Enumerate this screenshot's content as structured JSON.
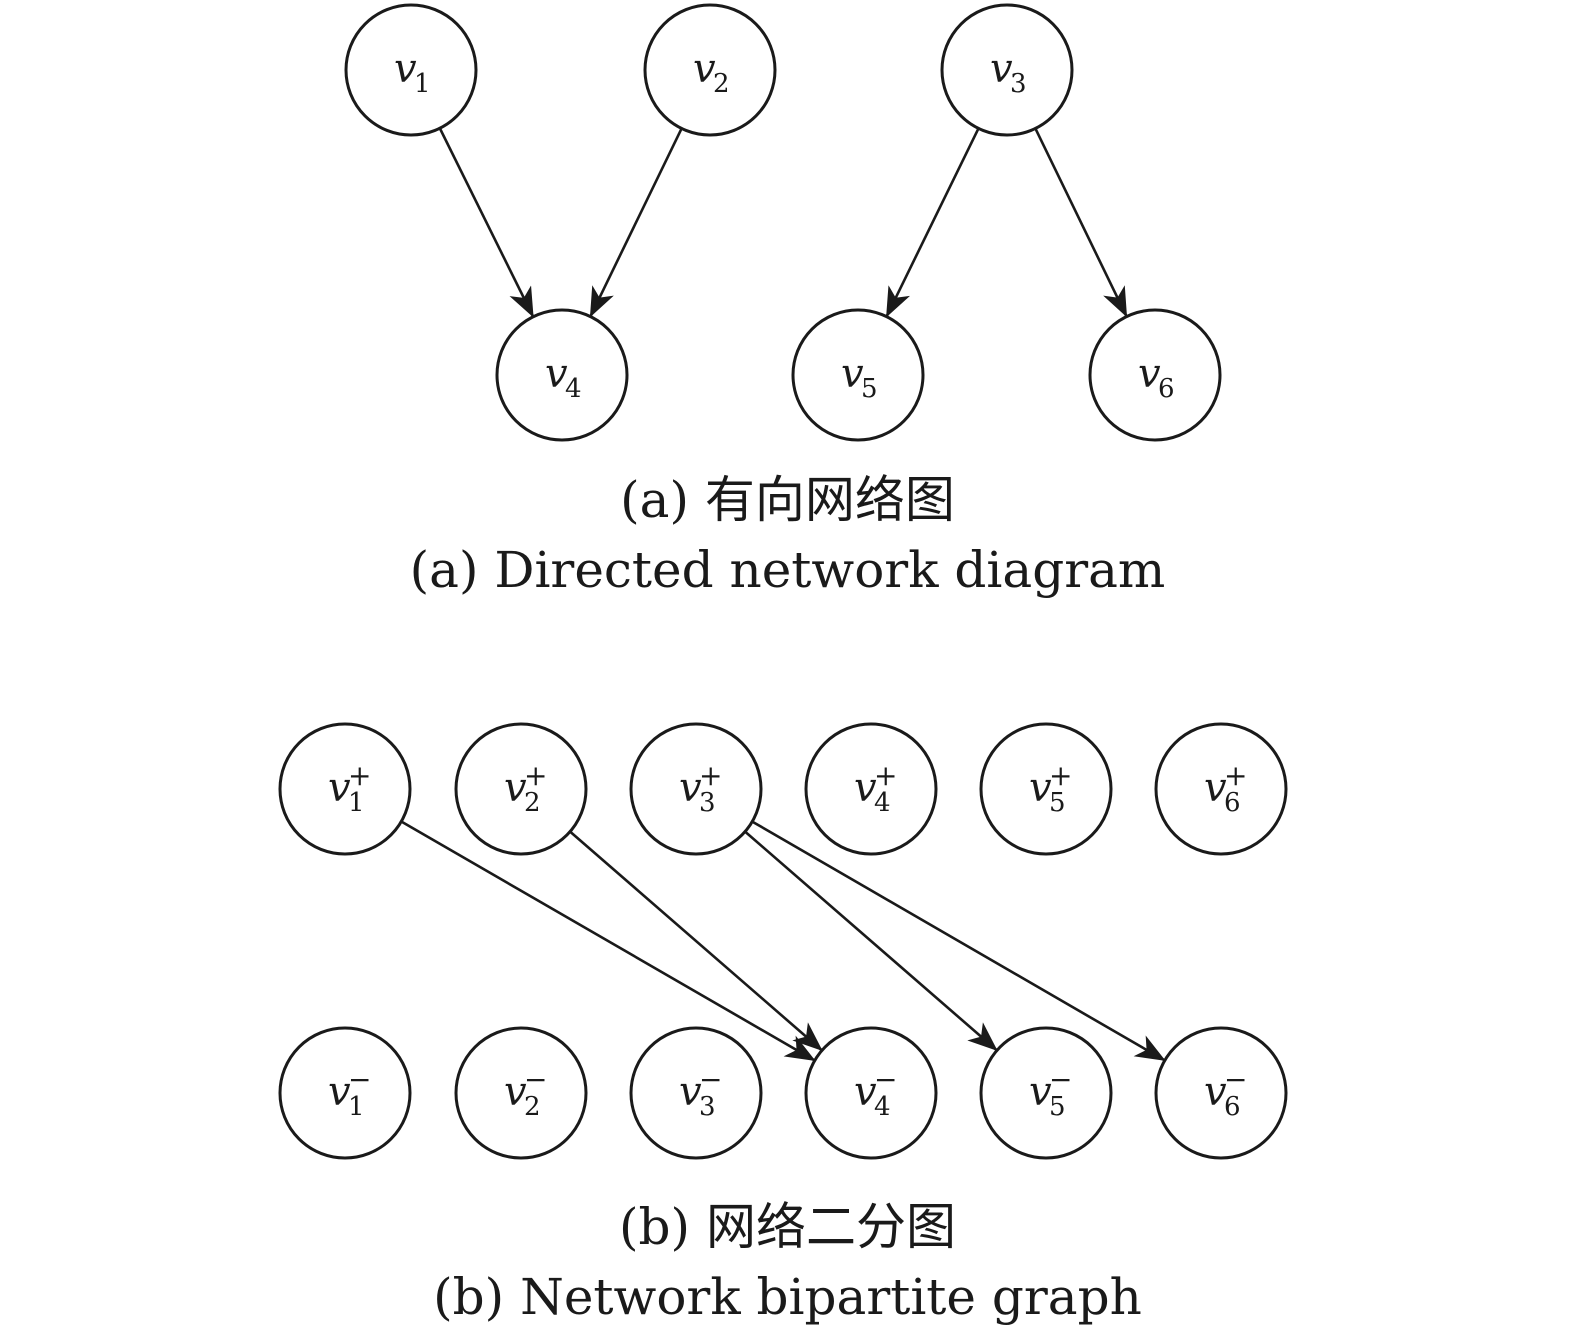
{
  "panel_a": {
    "nodes": [
      {
        "id": "v1",
        "name": "v",
        "sub": "1",
        "sup": ""
      },
      {
        "id": "v2",
        "name": "v",
        "sub": "2",
        "sup": ""
      },
      {
        "id": "v3",
        "name": "v",
        "sub": "3",
        "sup": ""
      },
      {
        "id": "v4",
        "name": "v",
        "sub": "4",
        "sup": ""
      },
      {
        "id": "v5",
        "name": "v",
        "sub": "5",
        "sup": ""
      },
      {
        "id": "v6",
        "name": "v",
        "sub": "6",
        "sup": ""
      }
    ],
    "edges": [
      {
        "from": "v1",
        "to": "v4"
      },
      {
        "from": "v2",
        "to": "v4"
      },
      {
        "from": "v3",
        "to": "v5"
      },
      {
        "from": "v3",
        "to": "v6"
      }
    ],
    "caption_cn": "(a) 有向网络图",
    "caption_en": "(a) Directed network diagram"
  },
  "panel_b": {
    "nodes": [
      {
        "id": "v1p",
        "name": "v",
        "sub": "1",
        "sup": "+"
      },
      {
        "id": "v2p",
        "name": "v",
        "sub": "2",
        "sup": "+"
      },
      {
        "id": "v3p",
        "name": "v",
        "sub": "3",
        "sup": "+"
      },
      {
        "id": "v4p",
        "name": "v",
        "sub": "4",
        "sup": "+"
      },
      {
        "id": "v5p",
        "name": "v",
        "sub": "5",
        "sup": "+"
      },
      {
        "id": "v6p",
        "name": "v",
        "sub": "6",
        "sup": "+"
      },
      {
        "id": "v1m",
        "name": "v",
        "sub": "1",
        "sup": "−"
      },
      {
        "id": "v2m",
        "name": "v",
        "sub": "2",
        "sup": "−"
      },
      {
        "id": "v3m",
        "name": "v",
        "sub": "3",
        "sup": "−"
      },
      {
        "id": "v4m",
        "name": "v",
        "sub": "4",
        "sup": "−"
      },
      {
        "id": "v5m",
        "name": "v",
        "sub": "5",
        "sup": "−"
      },
      {
        "id": "v6m",
        "name": "v",
        "sub": "6",
        "sup": "−"
      }
    ],
    "edges": [
      {
        "from": "v1p",
        "to": "v4m"
      },
      {
        "from": "v2p",
        "to": "v4m"
      },
      {
        "from": "v3p",
        "to": "v5m"
      },
      {
        "from": "v3p",
        "to": "v6m"
      }
    ],
    "caption_cn": "(b) 网络二分图",
    "caption_en": "(b) Network bipartite graph"
  }
}
